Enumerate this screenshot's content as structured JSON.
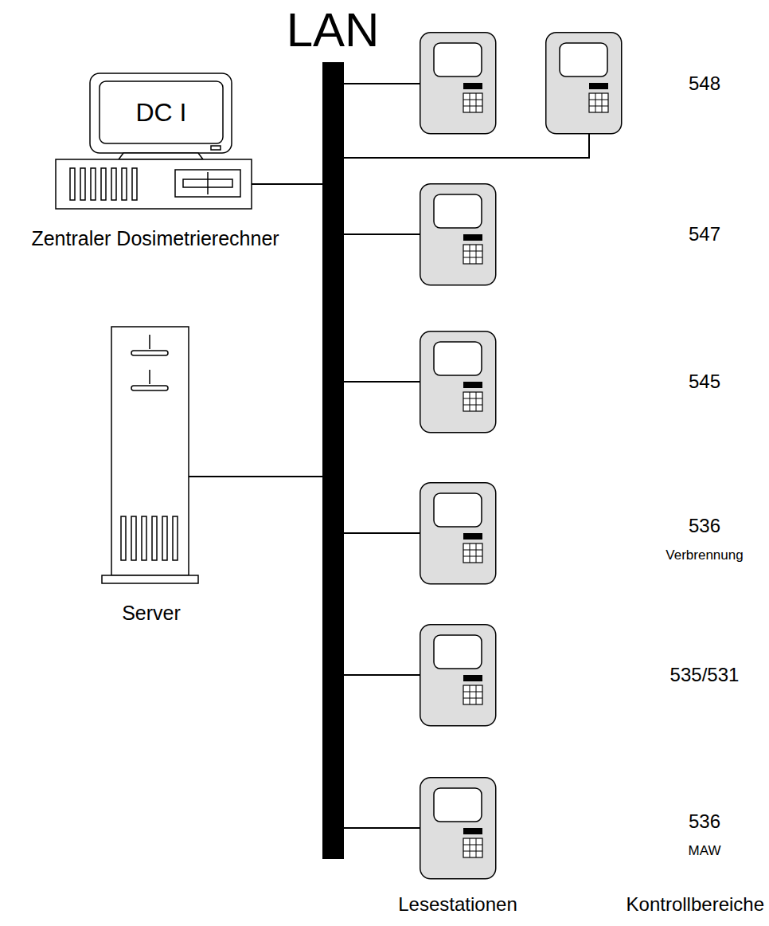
{
  "diagram": {
    "nodes": [
      {
        "text": [
          "LAN"
        ]
      },
      {
        "text": [
          "DC I",
          "Zentraler Dosimetrierechner"
        ]
      },
      {
        "text": [
          "Server"
        ]
      }
    ],
    "edges": [
      {
        "from": 1,
        "to": 0,
        "arrow": "none"
      },
      {
        "from": 2,
        "to": 0,
        "arrow": "none"
      }
    ],
    "labels": [
      "548",
      "547",
      "545",
      "536",
      "Verbrennung",
      "535/531",
      "536",
      "MAW",
      "Lesestationen",
      "Kontrollbereiche"
    ]
  }
}
